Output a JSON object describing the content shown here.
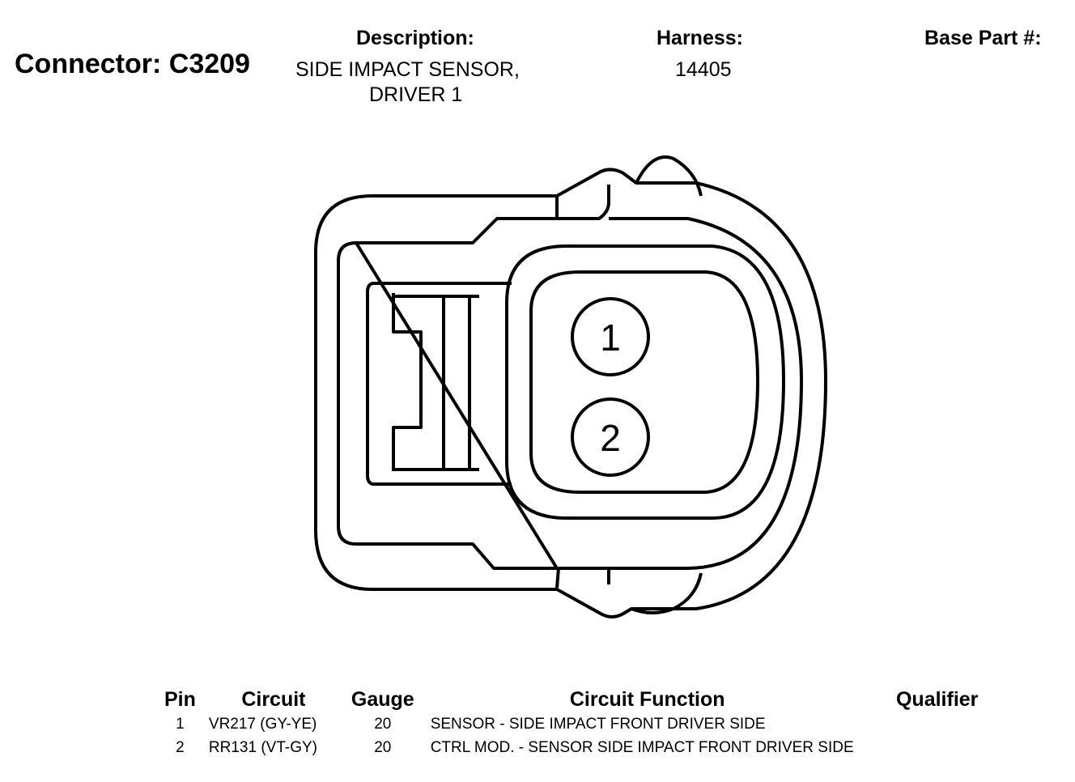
{
  "header": {
    "connector_title": "Connector: C3209",
    "description_label": "Description:",
    "description_lines": [
      "SIDE IMPACT SENSOR,",
      "DRIVER 1"
    ],
    "harness_label": "Harness:",
    "harness_value": "14405",
    "base_part_label": "Base Part #:"
  },
  "diagram": {
    "pins": [
      "1",
      "2"
    ]
  },
  "table": {
    "columns": [
      "Pin",
      "Circuit",
      "Gauge",
      "Circuit Function",
      "Qualifier"
    ],
    "rows": [
      {
        "pin": "1",
        "circuit": "VR217 (GY-YE)",
        "gauge": "20",
        "function": "SENSOR - SIDE IMPACT FRONT DRIVER SIDE",
        "qualifier": ""
      },
      {
        "pin": "2",
        "circuit": "RR131 (VT-GY)",
        "gauge": "20",
        "function": "CTRL MOD. - SENSOR SIDE IMPACT FRONT DRIVER SIDE",
        "qualifier": ""
      }
    ]
  }
}
